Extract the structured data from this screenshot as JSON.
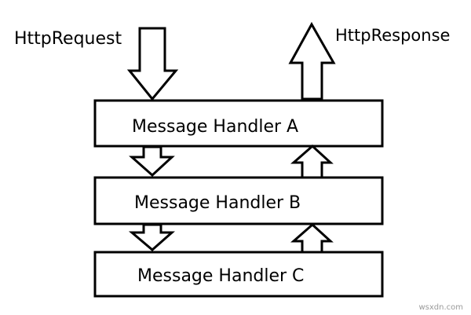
{
  "labels": {
    "request": "HttpRequest",
    "response": "HttpResponse"
  },
  "handlers": [
    {
      "id": "a",
      "label": "Message Handler A"
    },
    {
      "id": "b",
      "label": "Message Handler B"
    },
    {
      "id": "c",
      "label": "Message Handler C"
    }
  ],
  "watermark": "wsxdn.com",
  "colors": {
    "stroke": "#000000",
    "fill": "#ffffff",
    "watermark": "#9a9a9a"
  }
}
